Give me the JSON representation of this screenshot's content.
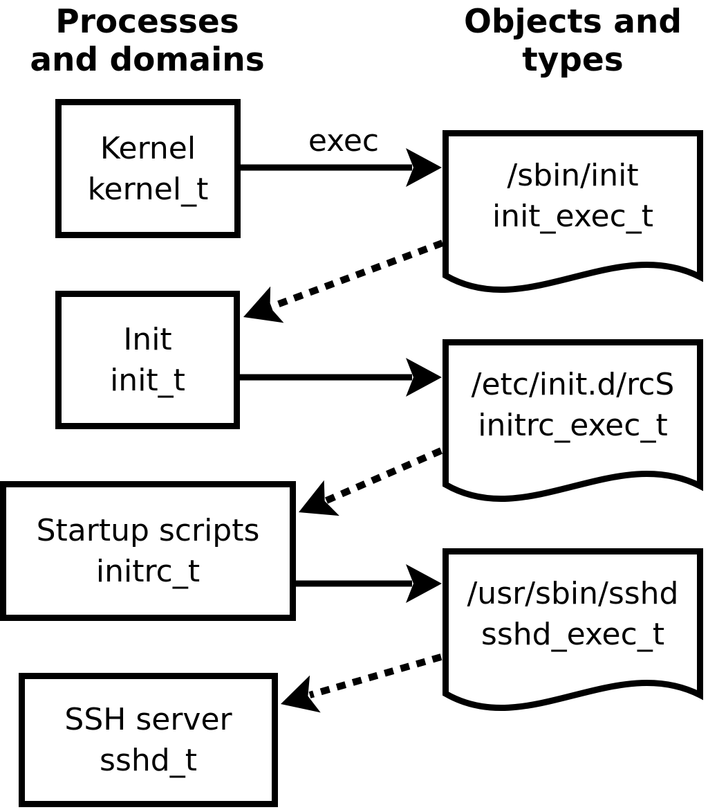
{
  "diagram": {
    "headers": {
      "left": {
        "line1": "Processes",
        "line2": "and domains"
      },
      "right": {
        "line1": "Objects and",
        "line2": "types"
      }
    },
    "arrow_label": "exec",
    "processes": [
      {
        "name": "Kernel",
        "domain": "kernel_t"
      },
      {
        "name": "Init",
        "domain": "init_t"
      },
      {
        "name": "Startup scripts",
        "domain": "initrc_t"
      },
      {
        "name": "SSH server",
        "domain": "sshd_t"
      }
    ],
    "objects": [
      {
        "path": "/sbin/init",
        "type": "init_exec_t"
      },
      {
        "path": "/etc/init.d/rcS",
        "type": "initrc_exec_t"
      },
      {
        "path": "/usr/sbin/sshd",
        "type": "sshd_exec_t"
      }
    ],
    "colors": {
      "foreground": "#000000",
      "background": "#ffffff"
    }
  }
}
